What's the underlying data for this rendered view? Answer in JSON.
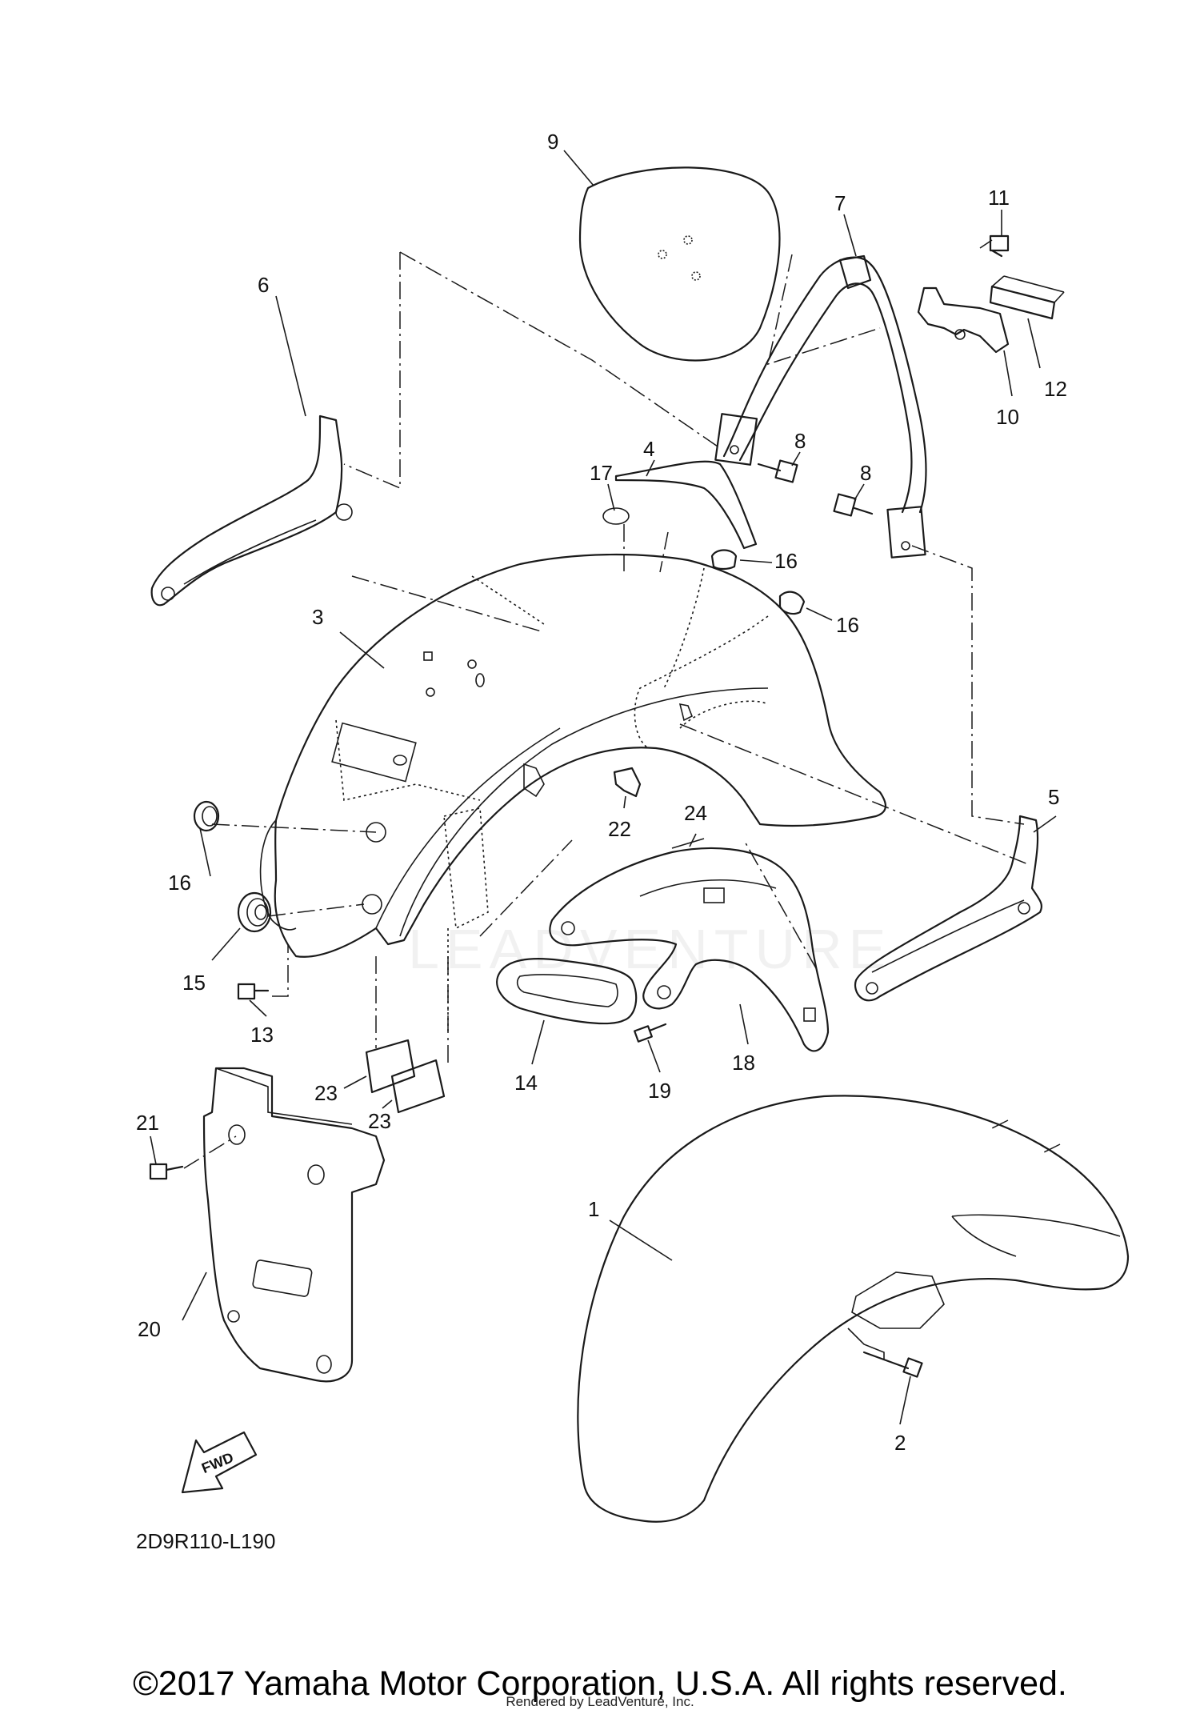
{
  "diagram": {
    "callouts": [
      "9",
      "7",
      "11",
      "6",
      "4",
      "8",
      "8",
      "17",
      "16",
      "16",
      "3",
      "12",
      "10",
      "5",
      "22",
      "24",
      "16",
      "15",
      "13",
      "14",
      "19",
      "18",
      "23",
      "23",
      "21",
      "20",
      "1",
      "2"
    ],
    "fwd_label": "FWD",
    "drawing_code": "2D9R110-L190",
    "watermark": "LEADVENTURE"
  },
  "footer": {
    "copyright": "©2017 Yamaha Motor Corporation, U.S.A. All rights reserved.",
    "rendered_by": "Rendered by LeadVenture, Inc."
  }
}
